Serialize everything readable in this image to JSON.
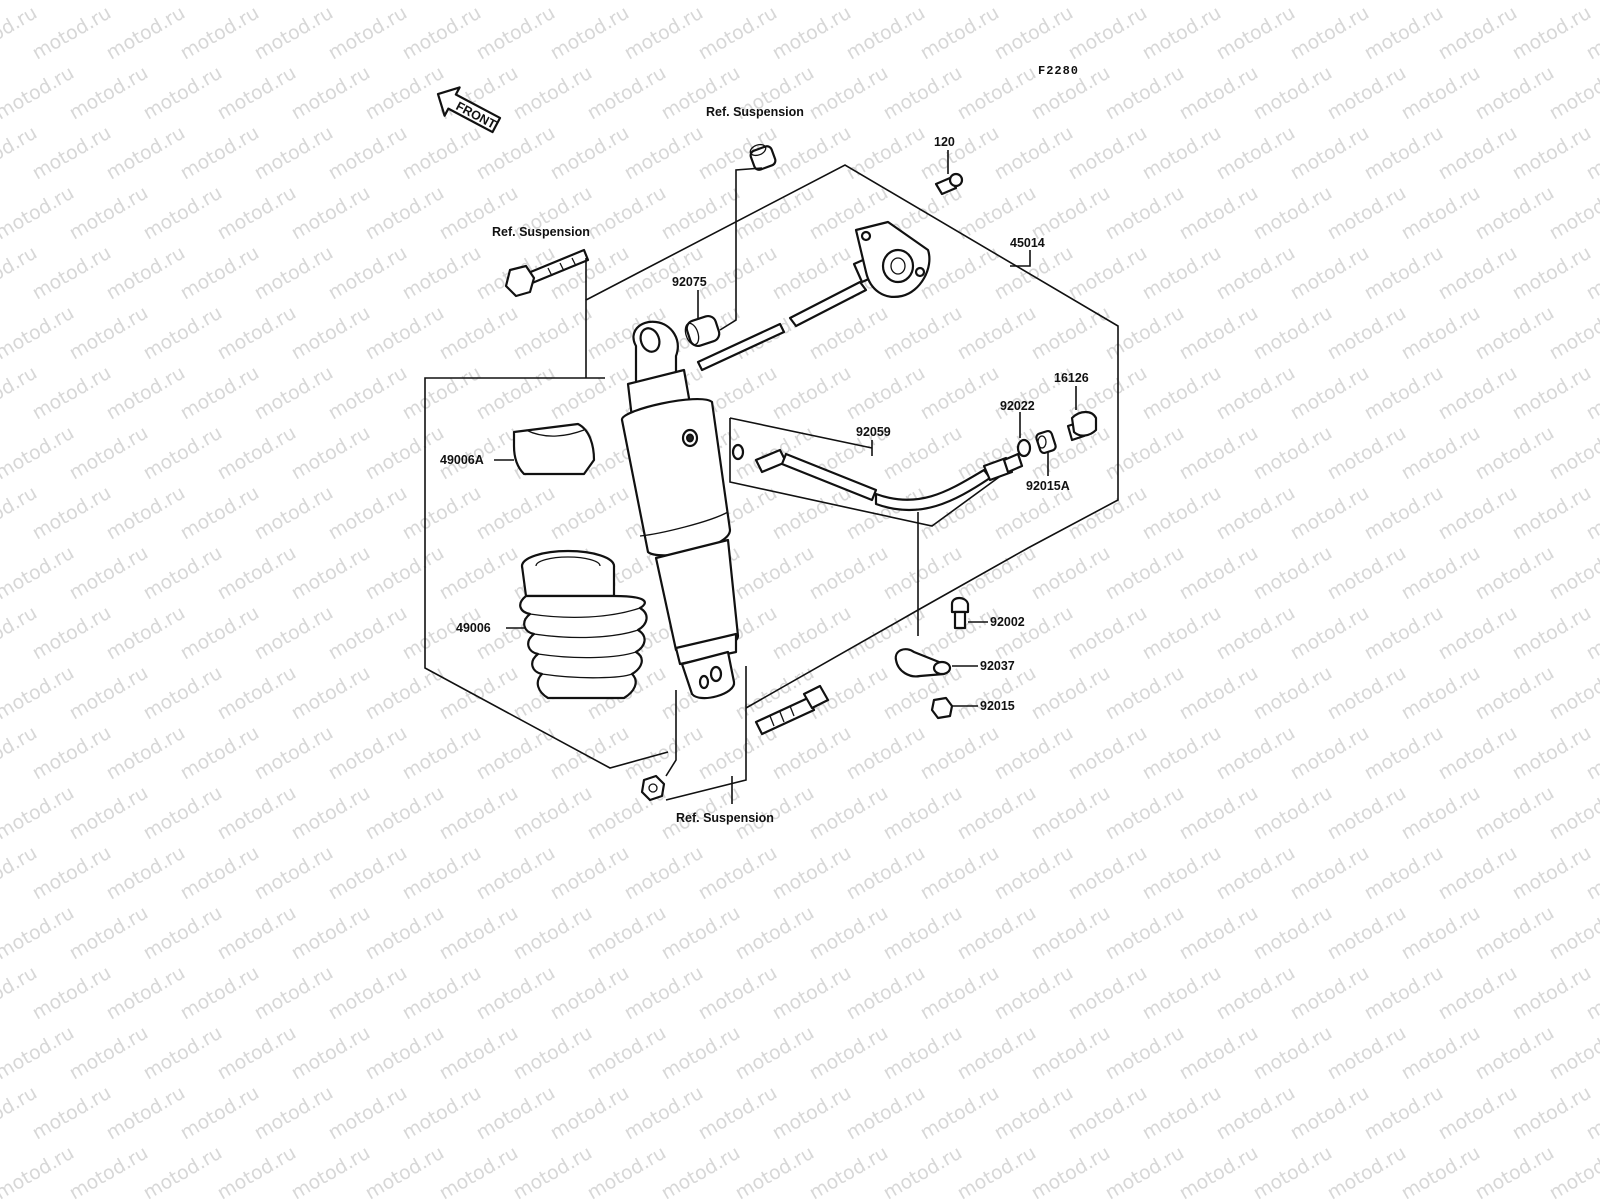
{
  "figure": {
    "code": "F2280",
    "front_arrow_label": "FRONT",
    "watermark_text": "motod.ru"
  },
  "labels": {
    "ref_suspension_top": "Ref. Suspension",
    "ref_suspension_left": "Ref. Suspension",
    "ref_suspension_bottom": "Ref. Suspension",
    "p120": "120",
    "p45014": "45014",
    "p92075": "92075",
    "p16126": "16126",
    "p92022": "92022",
    "p92059": "92059",
    "p92015A": "92015A",
    "p49006A": "49006A",
    "p49006": "49006",
    "p92002": "92002",
    "p92037": "92037",
    "p92015": "92015"
  }
}
